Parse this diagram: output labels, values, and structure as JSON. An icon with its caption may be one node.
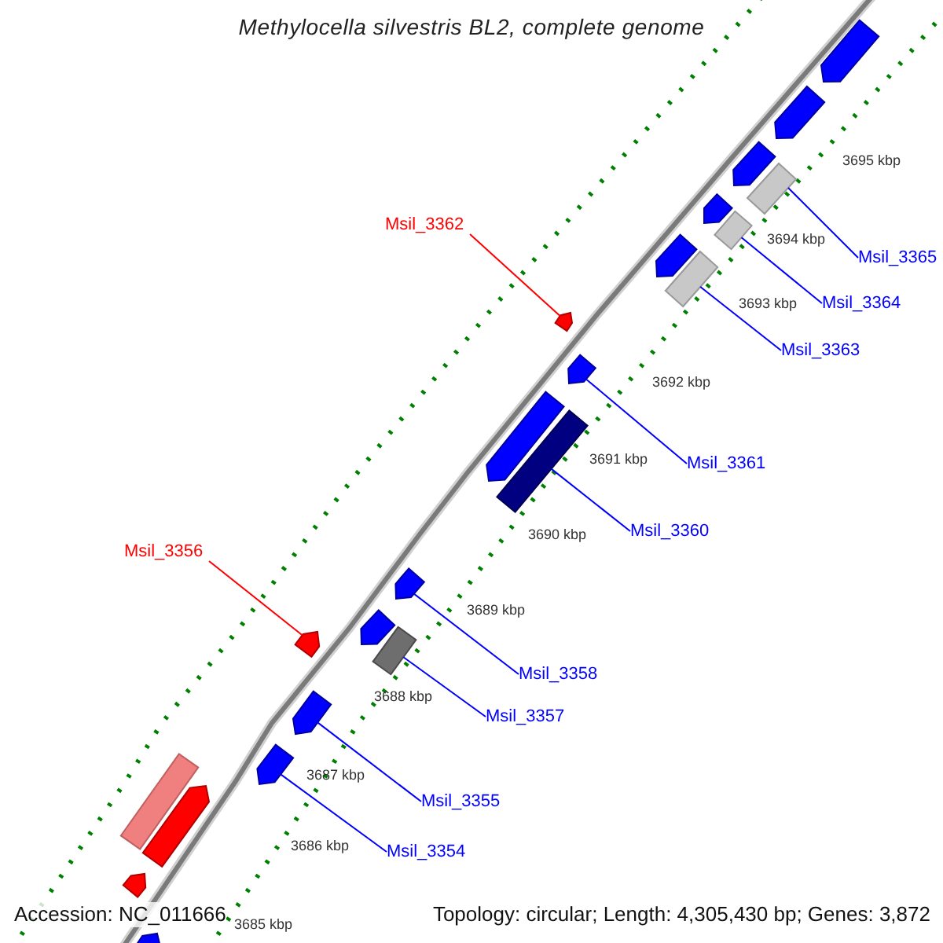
{
  "diagram": {
    "title": "Methylocella silvestris BL2, complete genome",
    "nodes": [
      {
        "text": [
          "Msil_3362"
        ]
      },
      {
        "text": [
          "Msil_3365"
        ]
      },
      {
        "text": [
          "Msil_3364"
        ]
      },
      {
        "text": [
          "Msil_3363"
        ]
      },
      {
        "text": [
          "Msil_3361"
        ]
      },
      {
        "text": [
          "Msil_3360"
        ]
      },
      {
        "text": [
          "Msil_3356"
        ]
      },
      {
        "text": [
          "Msil_3358"
        ]
      },
      {
        "text": [
          "Msil_3357"
        ]
      },
      {
        "text": [
          "Msil_3355"
        ]
      },
      {
        "text": [
          "Msil_3354"
        ]
      },
      {
        "text": [],
        "shape": "arrow"
      },
      {
        "text": [],
        "shape": "arrow"
      },
      {
        "text": [],
        "shape": "arrow"
      },
      {
        "text": [],
        "shape": "bar"
      },
      {
        "text": [],
        "shape": "arrow"
      },
      {
        "text": [],
        "shape": "bar"
      },
      {
        "text": [],
        "shape": "arrow"
      },
      {
        "text": [],
        "shape": "bar"
      },
      {
        "text": [],
        "shape": "arrow"
      },
      {
        "text": [],
        "shape": "arrow"
      },
      {
        "text": [],
        "shape": "arrow"
      },
      {
        "text": [],
        "shape": "bar"
      },
      {
        "text": [],
        "shape": "arrow"
      },
      {
        "text": [],
        "shape": "arrow"
      },
      {
        "text": [],
        "shape": "arrow"
      },
      {
        "text": [],
        "shape": "bar"
      },
      {
        "text": [],
        "shape": "arrow"
      },
      {
        "text": [],
        "shape": "arrow"
      },
      {
        "text": [],
        "shape": "bar"
      },
      {
        "text": [],
        "shape": "arrow"
      },
      {
        "text": [],
        "shape": "arrow"
      },
      {
        "text": [],
        "shape": "arrow"
      }
    ],
    "edges": [
      {
        "from": 0,
        "to": 19,
        "arrow": "none",
        "color": "#ff0000"
      },
      {
        "from": 1,
        "to": 14,
        "arrow": "none"
      },
      {
        "from": 2,
        "to": 16,
        "arrow": "none"
      },
      {
        "from": 3,
        "to": 18,
        "arrow": "none"
      },
      {
        "from": 4,
        "to": 20,
        "arrow": "none"
      },
      {
        "from": 5,
        "to": 22,
        "arrow": "none"
      },
      {
        "from": 6,
        "to": 25,
        "arrow": "none",
        "color": "#ff0000"
      },
      {
        "from": 7,
        "to": 23,
        "arrow": "none"
      },
      {
        "from": 8,
        "to": 26,
        "arrow": "none"
      },
      {
        "from": 9,
        "to": 27,
        "arrow": "none"
      },
      {
        "from": 10,
        "to": 28,
        "arrow": "none"
      }
    ],
    "labels": [
      "3695 kbp",
      "3694 kbp",
      "3693 kbp",
      "3692 kbp",
      "3691 kbp",
      "3690 kbp",
      "3689 kbp",
      "3688 kbp",
      "3687 kbp",
      "3686 kbp",
      "3685 kbp",
      "Accession: NC_011666",
      "Topology: circular; Length: 4,305,430 bp; Genes: 3,872"
    ]
  }
}
